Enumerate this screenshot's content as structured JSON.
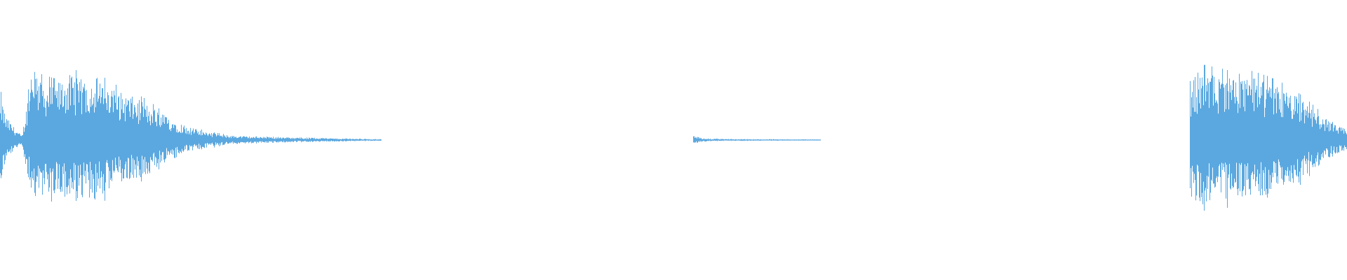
{
  "waveform": {
    "color": "#5ba8e0",
    "background": "#ffffff",
    "amplitude_scale": [
      -1,
      1
    ],
    "segments": [
      {
        "name": "sound-burst-1",
        "start_sample": 0.0,
        "end_sample": 0.283,
        "envelope": [
          [
            0.0,
            0.35
          ],
          [
            0.004,
            0.18
          ],
          [
            0.01,
            0.1
          ],
          [
            0.016,
            0.03
          ],
          [
            0.024,
            0.55
          ],
          [
            0.03,
            0.45
          ],
          [
            0.04,
            0.42
          ],
          [
            0.05,
            0.5
          ],
          [
            0.06,
            0.46
          ],
          [
            0.07,
            0.5
          ],
          [
            0.08,
            0.4
          ],
          [
            0.09,
            0.36
          ],
          [
            0.1,
            0.32
          ],
          [
            0.11,
            0.27
          ],
          [
            0.12,
            0.2
          ],
          [
            0.13,
            0.15
          ],
          [
            0.14,
            0.1
          ],
          [
            0.15,
            0.07
          ],
          [
            0.16,
            0.05
          ],
          [
            0.17,
            0.035
          ],
          [
            0.19,
            0.025
          ],
          [
            0.22,
            0.018
          ],
          [
            0.25,
            0.012
          ],
          [
            0.283,
            0.006
          ]
        ]
      },
      {
        "name": "sound-burst-2",
        "start_sample": 0.515,
        "end_sample": 0.609,
        "envelope": [
          [
            0.515,
            0.03
          ],
          [
            0.52,
            0.015
          ],
          [
            0.53,
            0.008
          ],
          [
            0.56,
            0.006
          ],
          [
            0.59,
            0.005
          ],
          [
            0.609,
            0.004
          ]
        ]
      },
      {
        "name": "sound-burst-3",
        "start_sample": 0.884,
        "end_sample": 1.0,
        "envelope": [
          [
            0.884,
            0.45
          ],
          [
            0.89,
            0.52
          ],
          [
            0.9,
            0.5
          ],
          [
            0.91,
            0.48
          ],
          [
            0.92,
            0.45
          ],
          [
            0.93,
            0.47
          ],
          [
            0.94,
            0.44
          ],
          [
            0.95,
            0.4
          ],
          [
            0.96,
            0.35
          ],
          [
            0.97,
            0.28
          ],
          [
            0.98,
            0.2
          ],
          [
            0.99,
            0.12
          ],
          [
            1.0,
            0.08
          ]
        ]
      }
    ]
  }
}
